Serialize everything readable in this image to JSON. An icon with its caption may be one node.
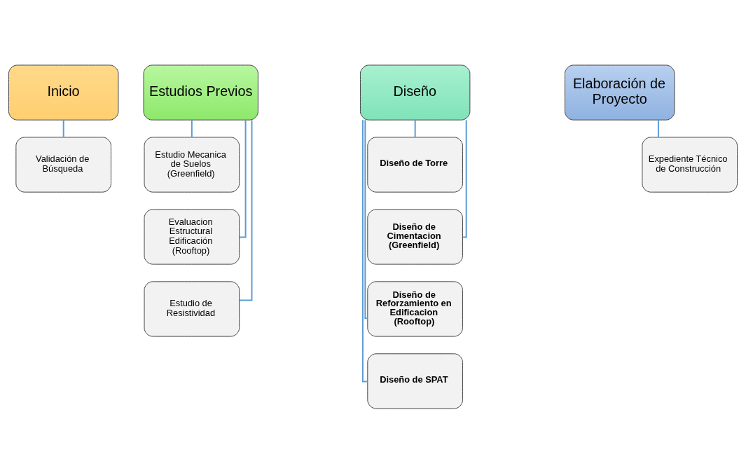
{
  "diagram": {
    "nodes": [
      {
        "text": [
          "Inicio"
        ]
      },
      {
        "text": [
          "Validación de Búsqueda"
        ]
      },
      {
        "text": [
          "Estudios Previos"
        ]
      },
      {
        "text": [
          "Estudio Mecanica de Suelos (Greenfield)"
        ]
      },
      {
        "text": [
          "Evaluacion Estructural Edificación (Rooftop)"
        ]
      },
      {
        "text": [
          "Estudio de Resistividad"
        ]
      },
      {
        "text": [
          "Diseño"
        ]
      },
      {
        "text": [
          "Diseño de Torre"
        ]
      },
      {
        "text": [
          "Diseño de Cimentacion (Greenfield)"
        ]
      },
      {
        "text": [
          "Diseño de Reforzamiento en Edificacion (Rooftop)"
        ]
      },
      {
        "text": [
          "Diseño de SPAT"
        ]
      },
      {
        "text": [
          "Elaboración de Proyecto"
        ]
      },
      {
        "text": [
          "Expediente Técnico de Construcción"
        ]
      }
    ],
    "edges": [
      {
        "from": 0,
        "to": 1,
        "arrow": "none"
      },
      {
        "from": 2,
        "to": 3,
        "arrow": "none"
      },
      {
        "from": 2,
        "to": 4,
        "arrow": "none"
      },
      {
        "from": 2,
        "to": 5,
        "arrow": "none"
      },
      {
        "from": 6,
        "to": 7,
        "arrow": "none"
      },
      {
        "from": 6,
        "to": 8,
        "arrow": "none"
      },
      {
        "from": 6,
        "to": 9,
        "arrow": "none"
      },
      {
        "from": 6,
        "to": 10,
        "arrow": "none"
      },
      {
        "from": 11,
        "to": 12,
        "arrow": "none"
      }
    ]
  }
}
